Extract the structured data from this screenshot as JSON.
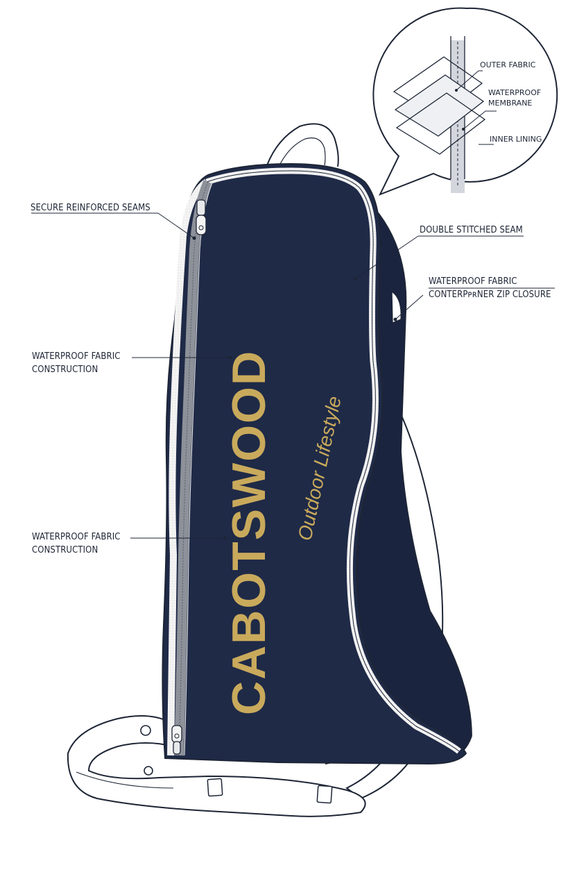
{
  "brand": {
    "name": "CABOTSWOOD",
    "tagline": "Outdoor Lifestyle",
    "gold_color": "#c9aa5c"
  },
  "colors": {
    "bag_navy": "#1f2a47",
    "line_dark": "#1d2535",
    "zipper_gray": "#8d9199"
  },
  "callouts": {
    "secure_seams": "SECURE REINFORCED SEAMS",
    "double_stitched": "DOUBLE STITCHED SEAM",
    "zip_closure_line1": "WATERPROOF FABRIC",
    "zip_closure_line2": "CONTERPᴘʀNER ZIP CLOSURE",
    "fabric_upper_line1": "WATERPROOF FABRIC",
    "fabric_upper_line2": "CONSTRUCTION",
    "fabric_lower_line1": "WATERPROOF FABRIC",
    "fabric_lower_line2": "CONSTRUCTION"
  },
  "inset": {
    "outer_fabric": "OUTER FABRIC",
    "membrane_line1": "WATERPROOF",
    "membrane_line2": "MEMBRANE",
    "inner_lining": "INNER LINING"
  },
  "icons": [
    "zipper-pull-icon",
    "strap-buckle-icon"
  ]
}
